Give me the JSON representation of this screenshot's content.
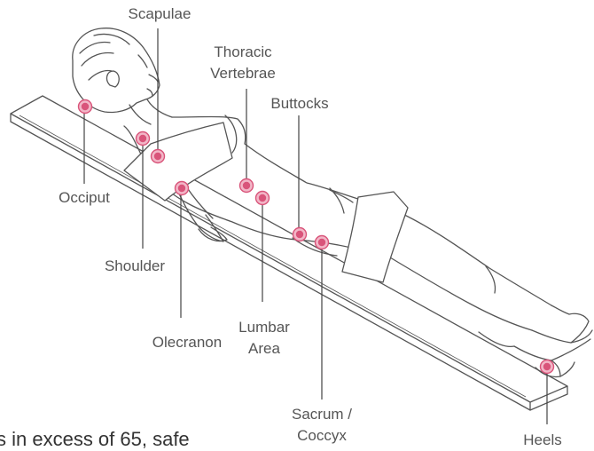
{
  "diagram": {
    "labels": {
      "scapulae": "Scapulae",
      "thoracic_line1": "Thoracic",
      "thoracic_line2": "Vertebrae",
      "buttocks": "Buttocks",
      "occiput": "Occiput",
      "shoulder": "Shoulder",
      "olecranon": "Olecranon",
      "lumbar_line1": "Lumbar",
      "lumbar_line2": "Area",
      "sacrum_line1": "Sacrum /",
      "sacrum_line2": "Coccyx",
      "heels": "Heels"
    },
    "colors": {
      "outline": "#555555",
      "leader": "#444444",
      "marker_fill": "#d9547a",
      "marker_ring": "#f2b6c7"
    }
  },
  "footer": {
    "text": "s in excess of 65, safe"
  }
}
